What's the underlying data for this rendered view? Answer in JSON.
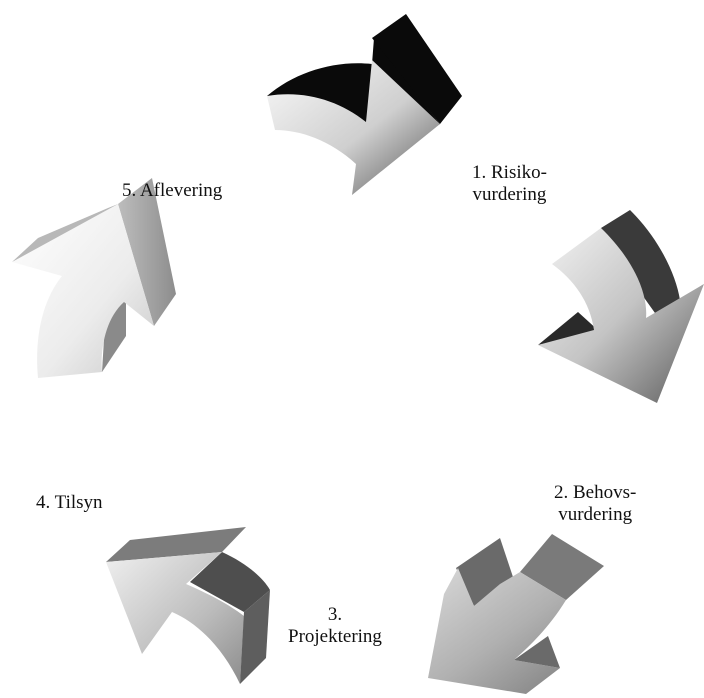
{
  "steps": [
    {
      "lines": [
        "1. Risiko-",
        "vurdering"
      ]
    },
    {
      "lines": [
        "2. Behovs-",
        "vurdering"
      ]
    },
    {
      "lines": [
        "3.",
        "Projektering"
      ]
    },
    {
      "lines": [
        "4. Tilsyn"
      ]
    },
    {
      "lines": [
        "5. Aflevering"
      ]
    }
  ]
}
